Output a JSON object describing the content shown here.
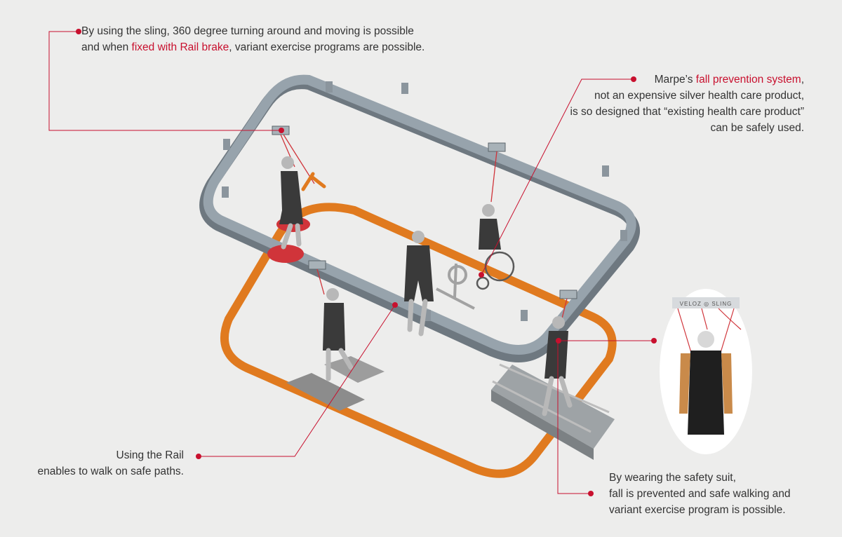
{
  "callouts": {
    "sling": {
      "line1": "By using the sling, 360 degree turning around and moving is possible",
      "line2_pre": "and when ",
      "line2_hl": "fixed with Rail brake",
      "line2_post": ", variant exercise programs are possible."
    },
    "fall": {
      "line1_pre": "Marpe’s ",
      "line1_hl": "fall prevention system",
      "line1_post": ",",
      "line2": "not an expensive silver health care product,",
      "line3": "is so designed that “existing health care product”",
      "line4": "can be safely used."
    },
    "rail": {
      "line1": "Using the Rail",
      "line2": "enables to walk on safe paths."
    },
    "suit": {
      "line1": "By wearing the safety suit,",
      "line2": "fall is prevented and safe walking and",
      "line3": "variant exercise program is possible."
    }
  },
  "device_label": "VELOZ ◎ SLING",
  "colors": {
    "background": "#ededec",
    "accent_red": "#c8102e",
    "rail_gray": "#8f9aa3",
    "floor_path_orange": "#e07a1f"
  }
}
